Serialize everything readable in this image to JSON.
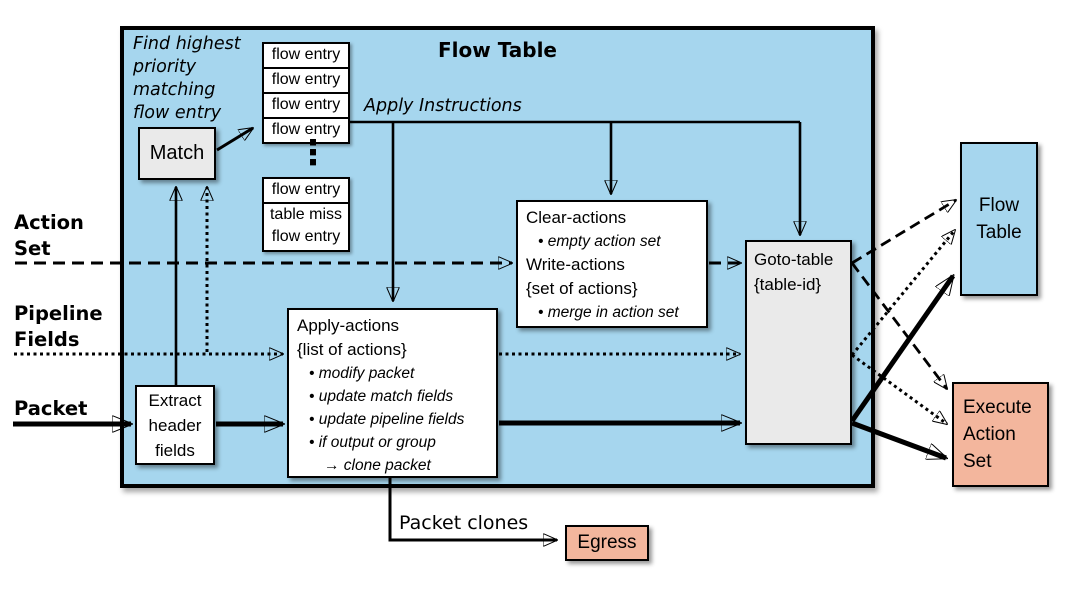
{
  "colors": {
    "panel_blue": "#A6D6EE",
    "box_gray": "#EAEAEA",
    "box_salmon": "#F3B69D",
    "white": "#FFFFFF",
    "line_black": "#000000"
  },
  "panel": {
    "title": "Flow Table"
  },
  "annotations": {
    "find_highest": "Find highest\npriority\nmatching\nflow entry",
    "apply_instructions": "Apply Instructions",
    "packet_clones": "Packet clones",
    "ellipsis_glyph": "⋮"
  },
  "left_labels": {
    "action_set": "Action\nSet",
    "pipeline_fields": "Pipeline\nFields",
    "packet": "Packet"
  },
  "boxes": {
    "match": "Match",
    "flow_entries_top": [
      "flow entry",
      "flow entry",
      "flow entry",
      "flow entry"
    ],
    "flow_entries_bottom": [
      "flow entry",
      "table miss\nflow entry"
    ],
    "clear_write": {
      "line1": "Clear-actions",
      "bullet1": "• empty action set",
      "line2": "Write-actions",
      "line3": "{set of actions}",
      "bullet2": "• merge in action set"
    },
    "apply_actions": {
      "line1": "Apply-actions",
      "line2": "{list of actions}",
      "bullets": [
        "• modify packet",
        "• update match fields",
        "• update pipeline fields",
        "• if output or group"
      ],
      "arrow_line": "→ clone packet"
    },
    "goto_table": {
      "line1": "Goto-table",
      "line2": "{table-id}"
    },
    "extract_header": "Extract\nheader\nfields",
    "next_flow_table": "Flow\nTable",
    "execute_action_set": "Execute\nAction\nSet",
    "egress": "Egress"
  }
}
